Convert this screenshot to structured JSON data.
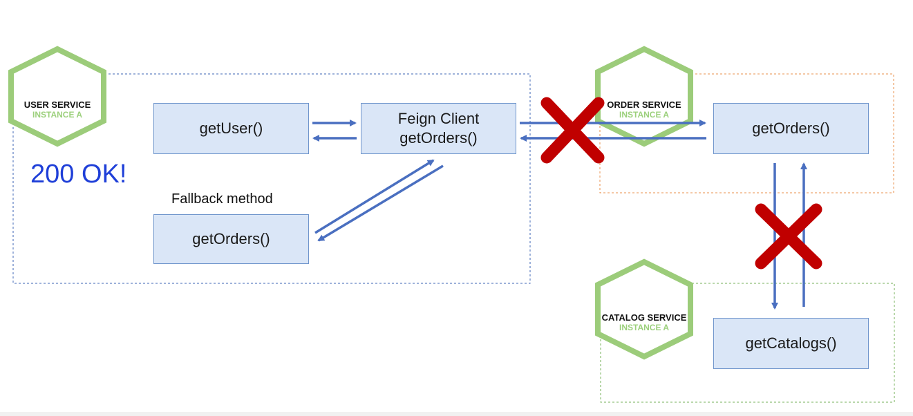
{
  "services": {
    "user": {
      "title": "USER SERVICE",
      "instance": "INSTANCE A"
    },
    "order": {
      "title": "ORDER SERVICE",
      "instance": "INSTANCE A"
    },
    "catalog": {
      "title": "CATALOG SERVICE",
      "instance": "INSTANCE A"
    }
  },
  "boxes": {
    "get_user": "getUser()",
    "feign_client_line1": "Feign Client",
    "feign_client_line2": "getOrders()",
    "fallback_get_orders": "getOrders()",
    "order_get_orders": "getOrders()",
    "get_catalogs": "getCatalogs()"
  },
  "status_text": "200 OK!",
  "fallback_caption": "Fallback method",
  "colors": {
    "hexagon": "#9ccc7a",
    "arrow": "#4a6fc0",
    "cross": "#c00000",
    "user_border": "#3e64b4",
    "order_border": "#e8924c",
    "catalog_border": "#76b258",
    "status": "#1f3fd8"
  }
}
